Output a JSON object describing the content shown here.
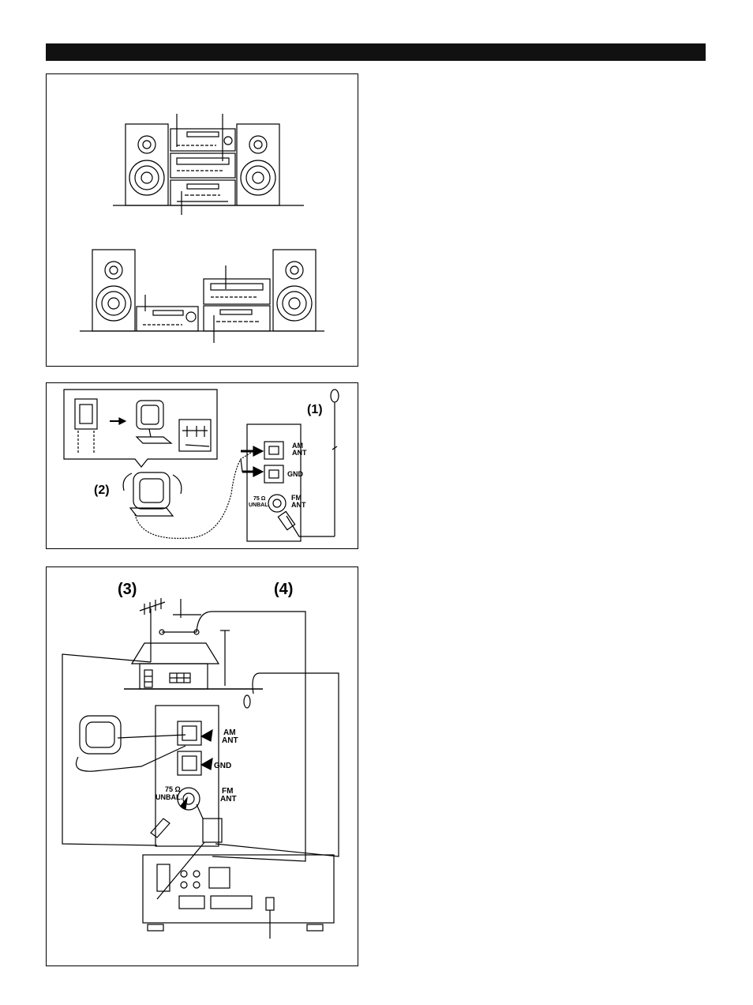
{
  "colors": {
    "header_bar": "#111111",
    "line": "#000000",
    "background": "#ffffff"
  },
  "indoor_antenna": {
    "label_fm_wire": "(1)",
    "label_am_loop": "(2)",
    "terminal_am_ant_line1": "AM",
    "terminal_am_ant_line2": "ANT",
    "terminal_gnd": "GND",
    "impedance_line1": "75 Ω",
    "impedance_line2": "UNBAL.",
    "terminal_fm_ant_line1": "FM",
    "terminal_fm_ant_line2": "ANT"
  },
  "outdoor_antenna": {
    "label_fm_outdoor": "(3)",
    "label_am_outdoor": "(4)",
    "terminal_am_ant_line1": "AM",
    "terminal_am_ant_line2": "ANT",
    "terminal_gnd": "GND",
    "impedance_line1": "75 Ω",
    "impedance_line2": "UNBAL.",
    "terminal_fm_ant_line1": "FM",
    "terminal_fm_ant_line2": "ANT"
  }
}
